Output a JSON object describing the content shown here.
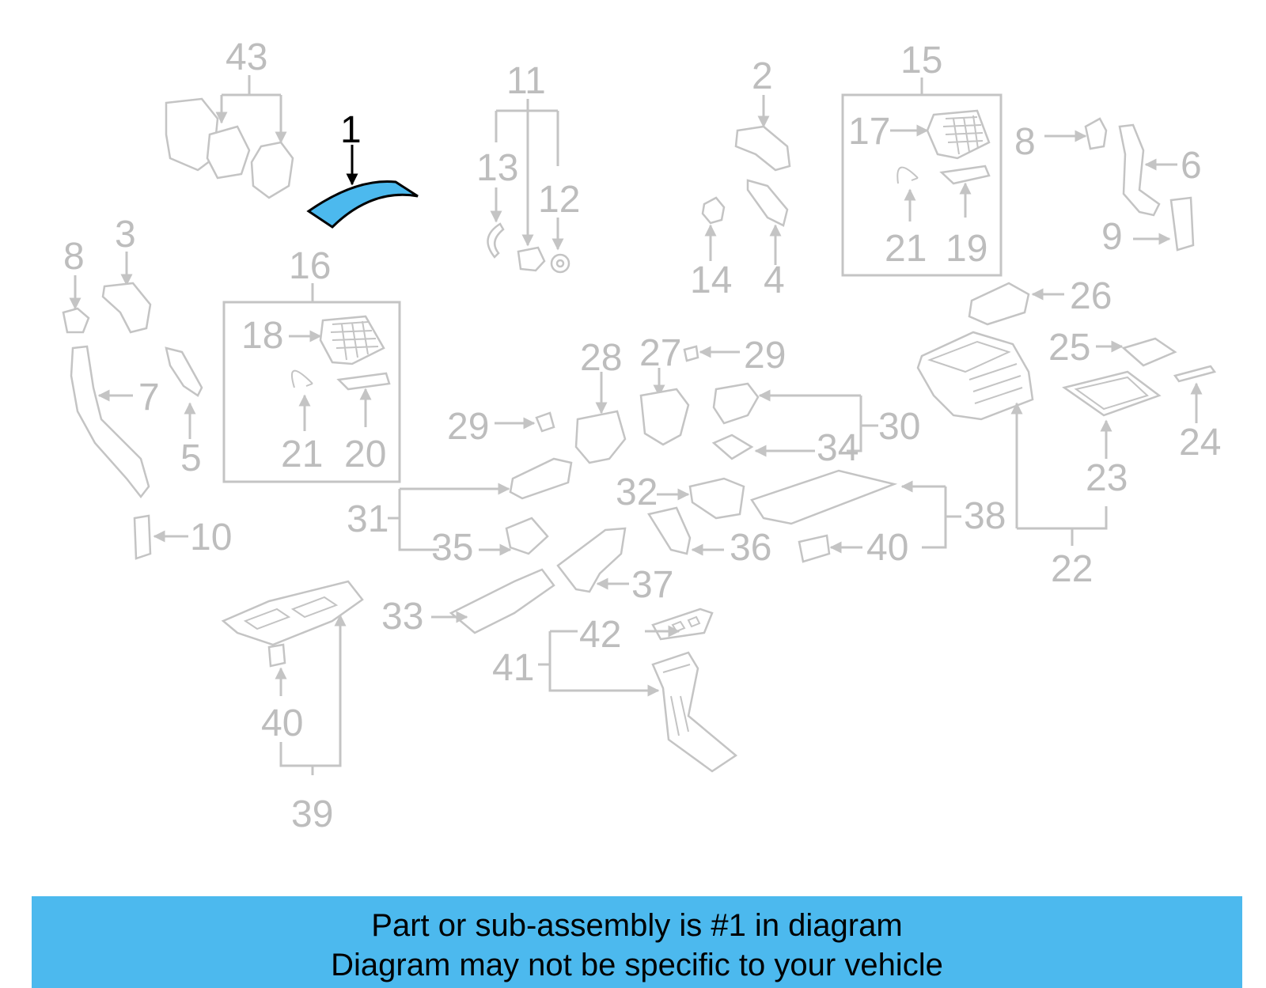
{
  "diagram": {
    "highlighted_callout": "1",
    "highlight_color": "#4cb9ee",
    "callouts": [
      "43",
      "11",
      "13",
      "12",
      "2",
      "15",
      "17",
      "8",
      "6",
      "21",
      "19",
      "9",
      "14",
      "4",
      "3",
      "16",
      "18",
      "7",
      "5",
      "10",
      "20",
      "26",
      "25",
      "24",
      "27",
      "29",
      "28",
      "30",
      "34",
      "31",
      "32",
      "35",
      "36",
      "37",
      "38",
      "40",
      "22",
      "23",
      "33",
      "42",
      "41",
      "39"
    ]
  },
  "banner": {
    "line1": "Part or sub-assembly is #1 in diagram",
    "line2": "Diagram may not be specific to your vehicle",
    "background": "#4cb9ee"
  }
}
